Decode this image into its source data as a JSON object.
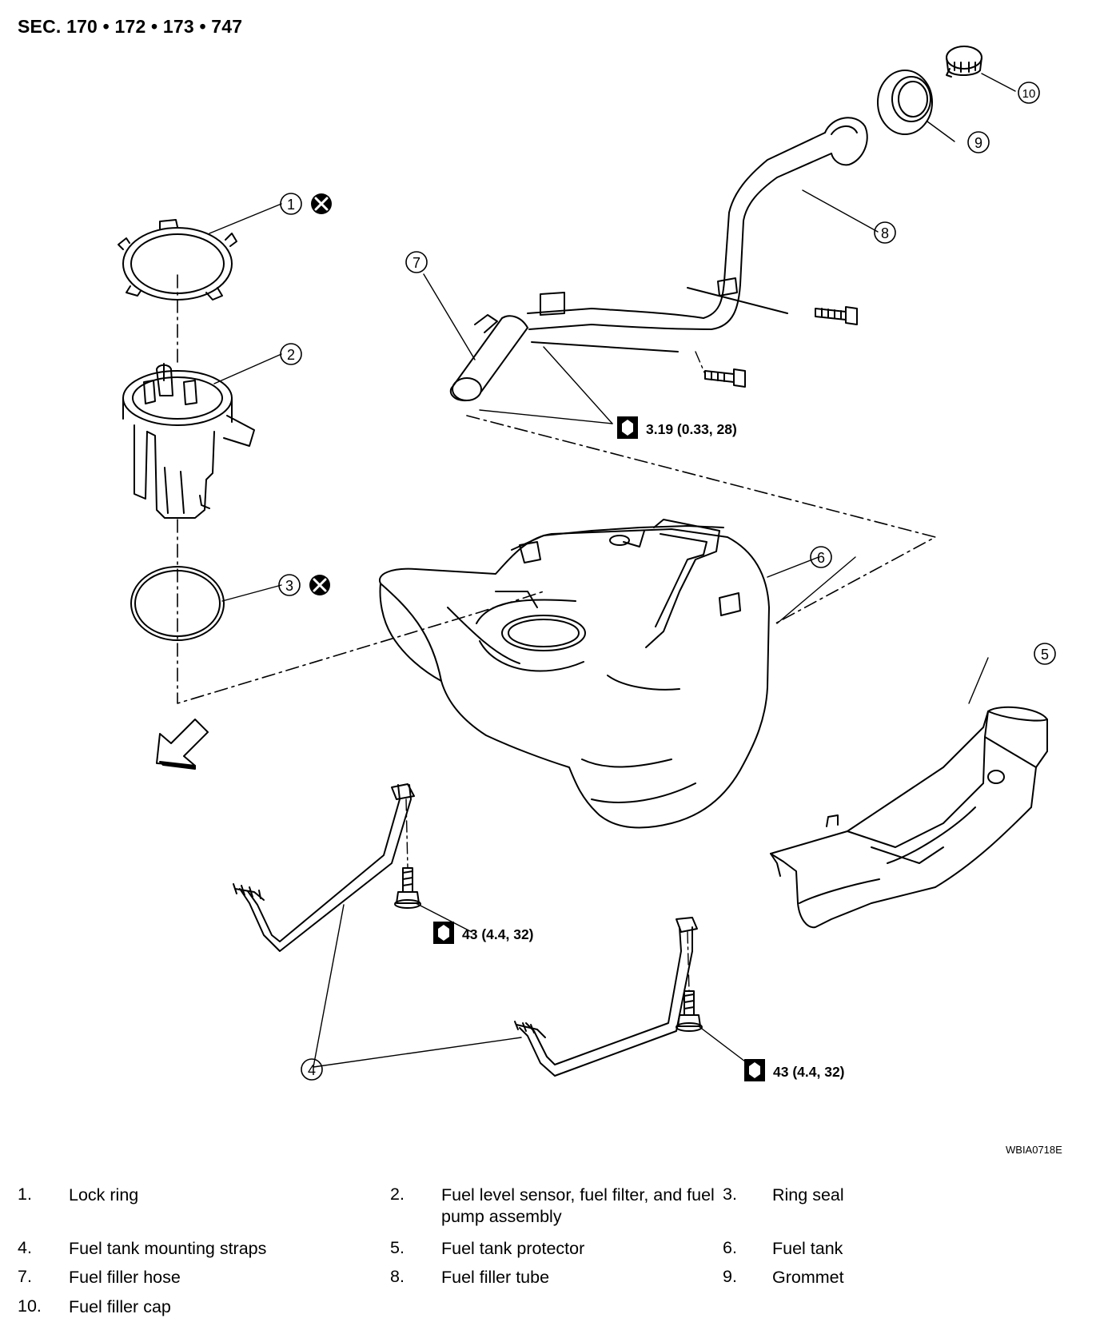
{
  "header": {
    "section_codes": "SEC. 170 • 172 • 173 • 747"
  },
  "figure_code": "WBIA0718E",
  "callouts": [
    "1",
    "2",
    "3",
    "4",
    "5",
    "6",
    "7",
    "8",
    "9",
    "10"
  ],
  "torque_specs": {
    "filler_hose_bolts": "3.19 (0.33, 28)",
    "strap_bolt_upper": "43 (4.4, 32)",
    "strap_bolt_lower": "43 (4.4, 32)"
  },
  "legend": [
    {
      "num": "1.",
      "label": "Lock ring"
    },
    {
      "num": "2.",
      "label": "Fuel level sensor, fuel filter, and fuel pump assembly"
    },
    {
      "num": "3.",
      "label": "Ring seal"
    },
    {
      "num": "4.",
      "label": "Fuel tank mounting straps"
    },
    {
      "num": "5.",
      "label": "Fuel tank protector"
    },
    {
      "num": "6.",
      "label": "Fuel tank"
    },
    {
      "num": "7.",
      "label": "Fuel filler hose"
    },
    {
      "num": "8.",
      "label": "Fuel filler tube"
    },
    {
      "num": "9.",
      "label": "Grommet"
    },
    {
      "num": "10.",
      "label": "Fuel filler cap"
    }
  ]
}
